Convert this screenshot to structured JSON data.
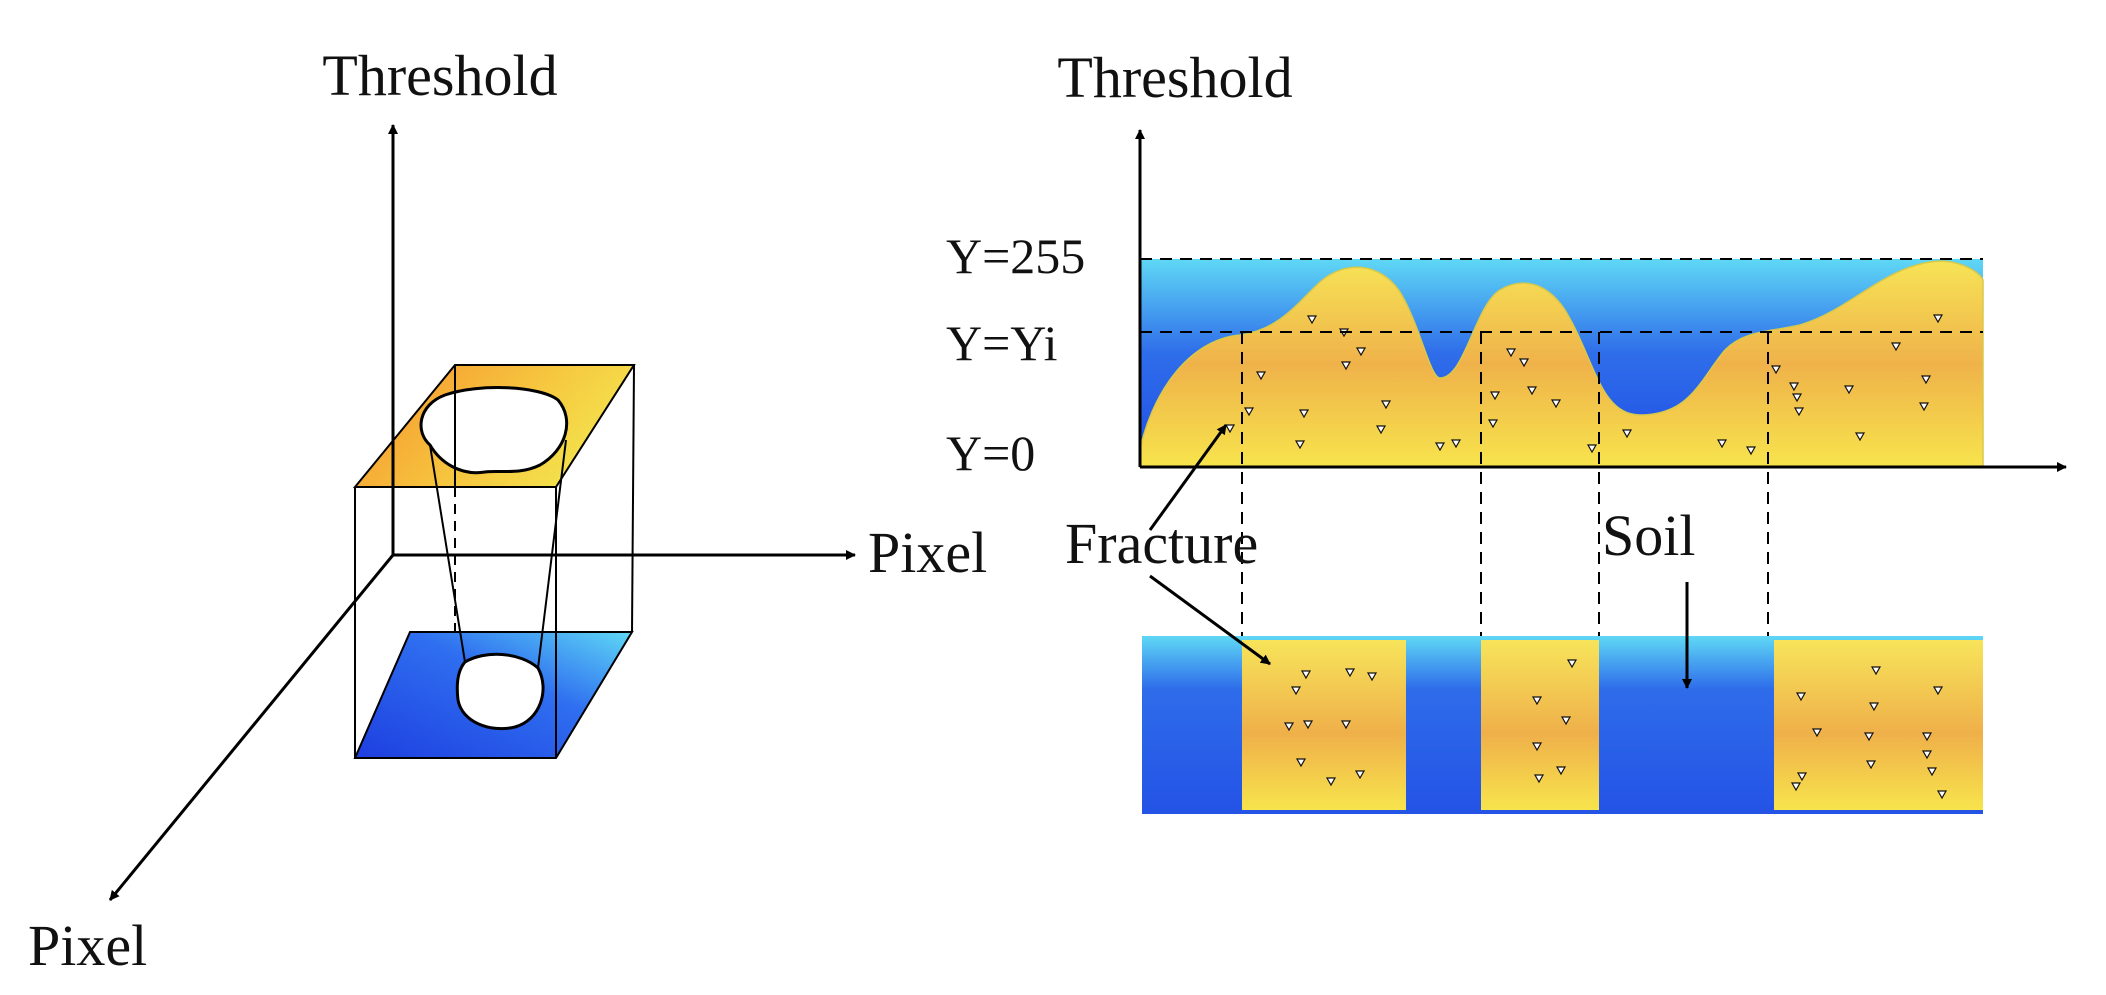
{
  "left_panel": {
    "axis_vertical_label": "Threshold",
    "axis_horizontal_label": "Pixel",
    "axis_depth_label": "Pixel"
  },
  "right_panel": {
    "axis_vertical_label": "Threshold",
    "level_labels": {
      "max": "Y=255",
      "threshold": "Y=Yi",
      "min": "Y=0"
    },
    "annotations": {
      "fracture": "Fracture",
      "soil": "Soil"
    }
  },
  "colors": {
    "soil_blue_light": "#5fd8f5",
    "soil_blue": "#2a62e6",
    "fracture_yellow": "#f7e24e",
    "fracture_orange": "#f0a83a"
  }
}
